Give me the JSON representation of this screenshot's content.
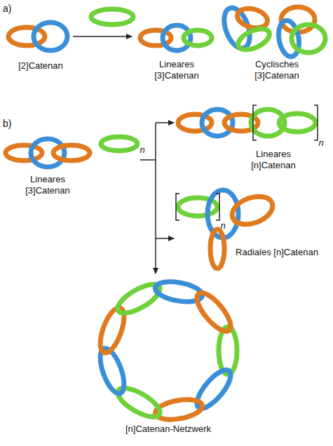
{
  "diagram": {
    "labels": [
      "a)",
      "[2]Catenan",
      "Lineares [3]Catenan",
      "Cyclisches [3]Catenan",
      "b)",
      "Lineares [3]Catenan",
      "n",
      "Lineares [n]Catenan",
      "n",
      "Radiales [n]Catenan",
      "n",
      "[n]Catenan-Netzwerk"
    ]
  }
}
